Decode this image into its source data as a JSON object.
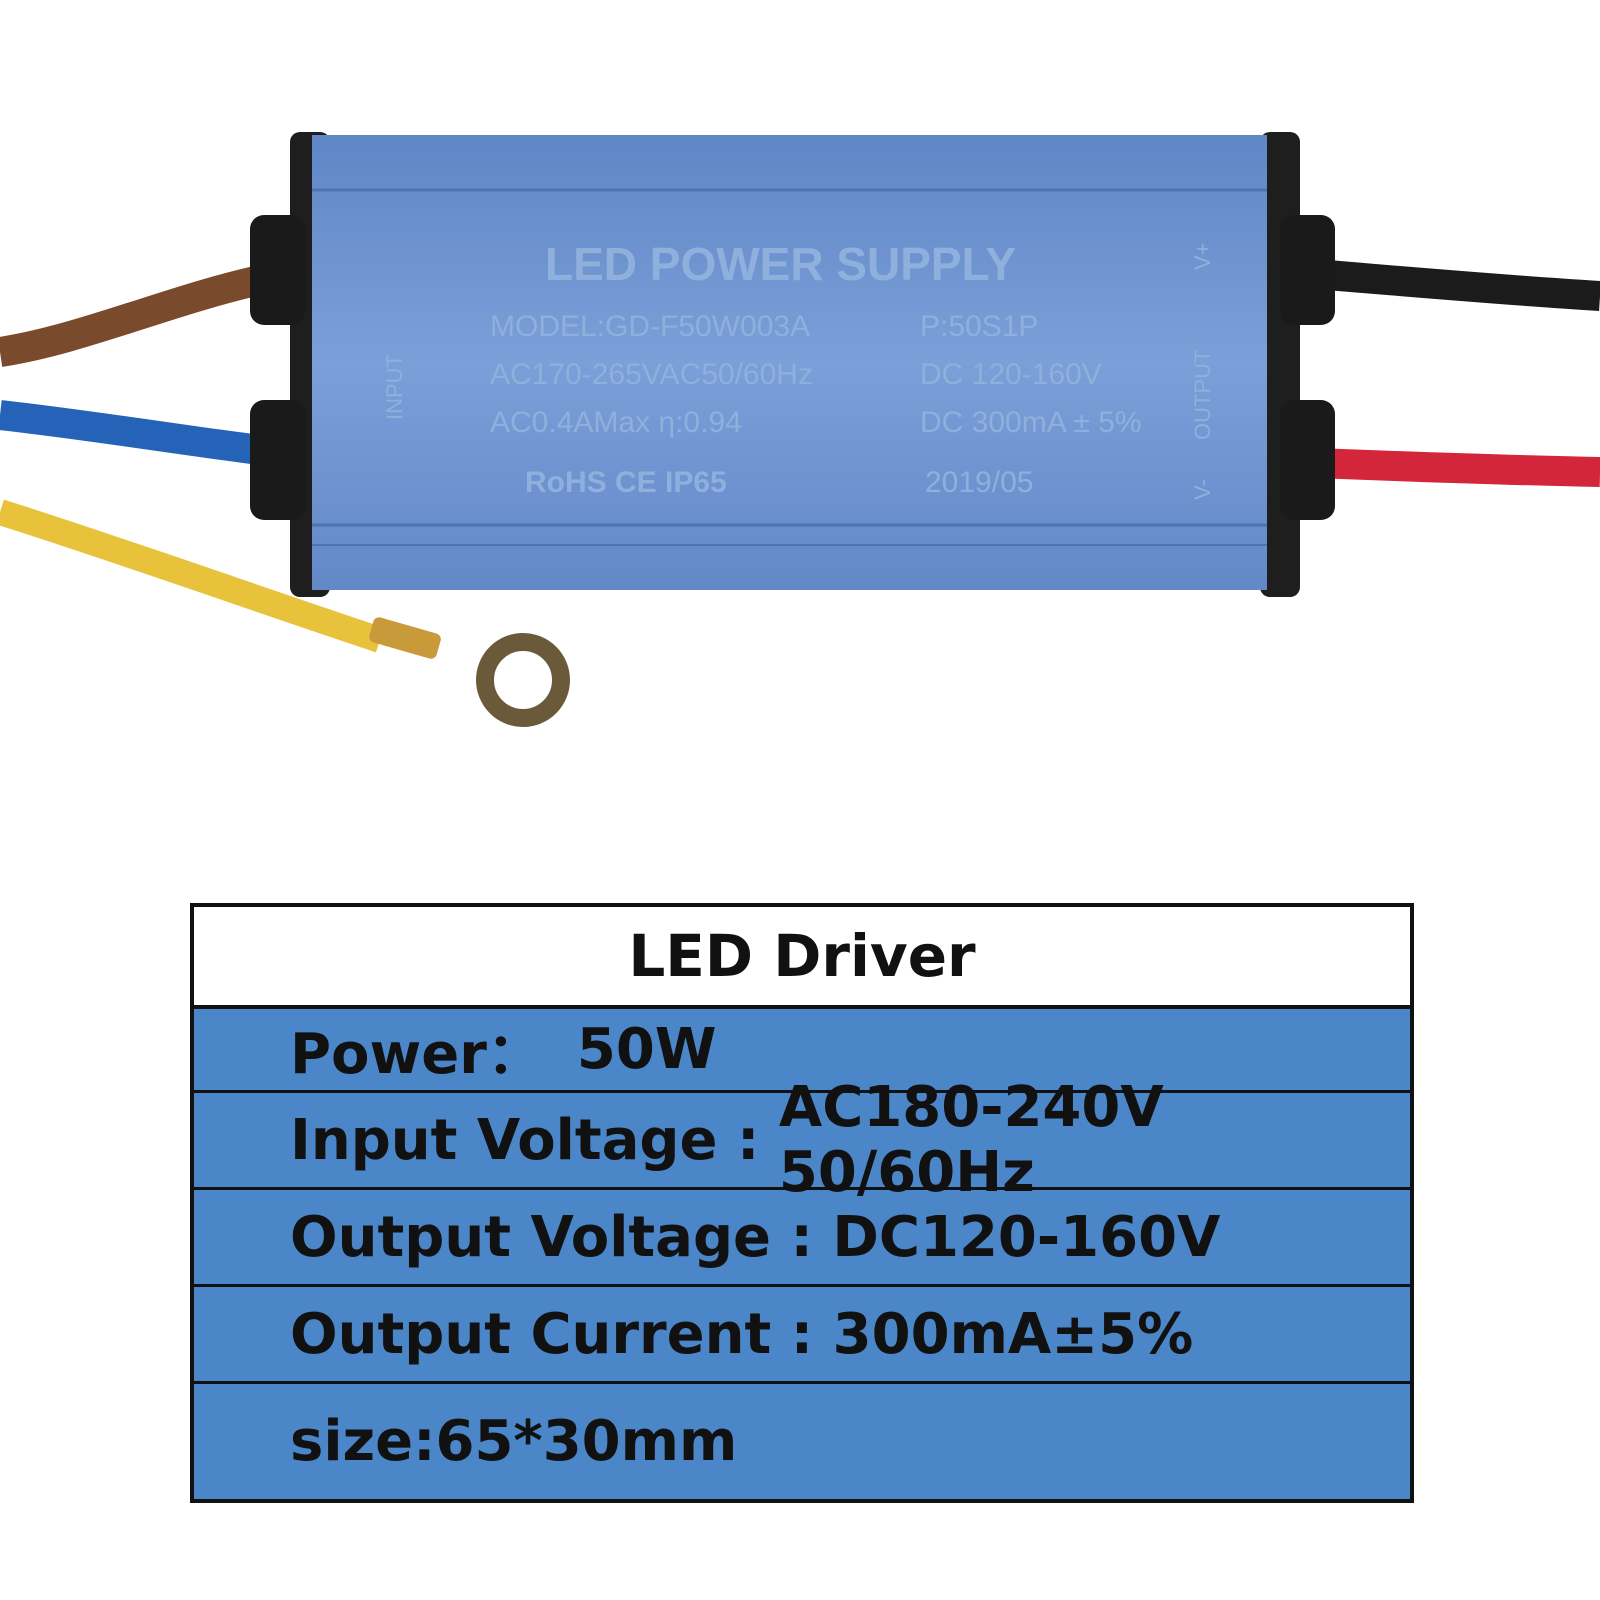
{
  "product_label": {
    "title": "LED POWER SUPPLY",
    "model": "MODEL:GD-F50W003A",
    "input_ac": "AC170-265VAC50/60Hz",
    "input_current": "AC0.4AMax η:0.94",
    "config": "P:50S1P",
    "output_voltage": "DC 120-160V",
    "output_current": "DC 300mA ± 5%",
    "certs": "RoHS  CE  IP65",
    "date": "2019/05",
    "input_side": "INPUT",
    "output_side": "OUTPUT",
    "v_plus": "V+",
    "v_minus": "V-"
  },
  "spec_table": {
    "title": "LED Driver",
    "rows": [
      {
        "label": "Power：",
        "value": "50W"
      },
      {
        "label": "Input Voltage : ",
        "value": "AC180-240V 50/60Hz"
      },
      {
        "label": "Output Voltage : ",
        "value": "DC120-160V"
      },
      {
        "label": "Output Current : ",
        "value": "300mA±5%"
      },
      {
        "label": "size:",
        "value": "65*30mm"
      }
    ]
  },
  "colors": {
    "case_blue": "#6f93cf",
    "table_blue": "#4a86c8",
    "wire_brown": "#7a4a2c",
    "wire_blue": "#2463b8",
    "wire_yellow": "#e8c23a",
    "wire_black": "#1b1b1b",
    "wire_red": "#d3263a"
  }
}
